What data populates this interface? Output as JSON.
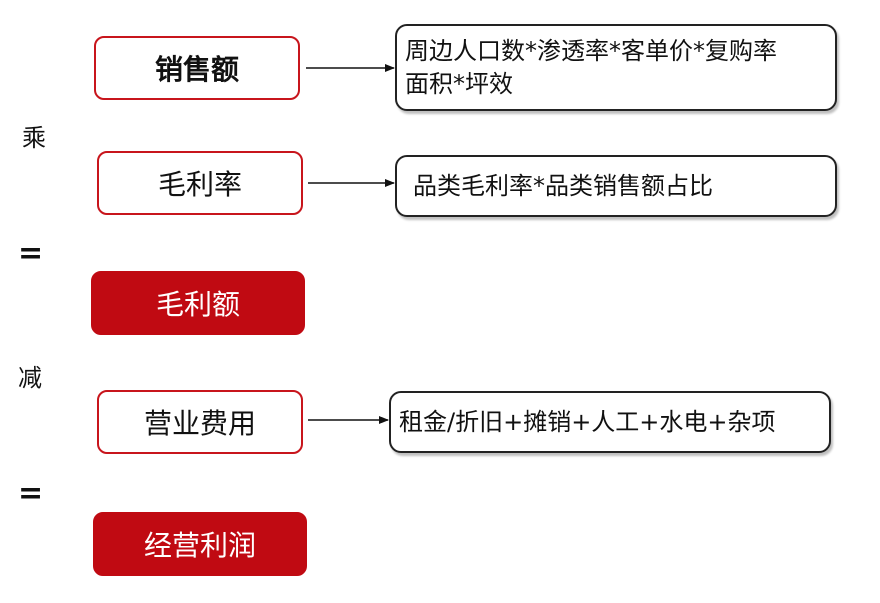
{
  "operators": {
    "multiply": "乘",
    "equals_1": "=",
    "subtract": "减",
    "equals_2": "="
  },
  "nodes": {
    "sales": "销售额",
    "gross_margin_rate": "毛利率",
    "gross_profit": "毛利额",
    "operating_expense": "营业费用",
    "operating_profit": "经营利润"
  },
  "descriptions": {
    "sales_line1": "周边人口数*渗透率*客单价*复购率",
    "sales_line2": "面积*坪效",
    "gross_margin_rate": "品类毛利率*品类销售额占比",
    "operating_expense": "租金/折旧+摊销+人工+水电+杂项"
  },
  "colors": {
    "accent": "#c00a12",
    "outline": "#c8151c"
  }
}
